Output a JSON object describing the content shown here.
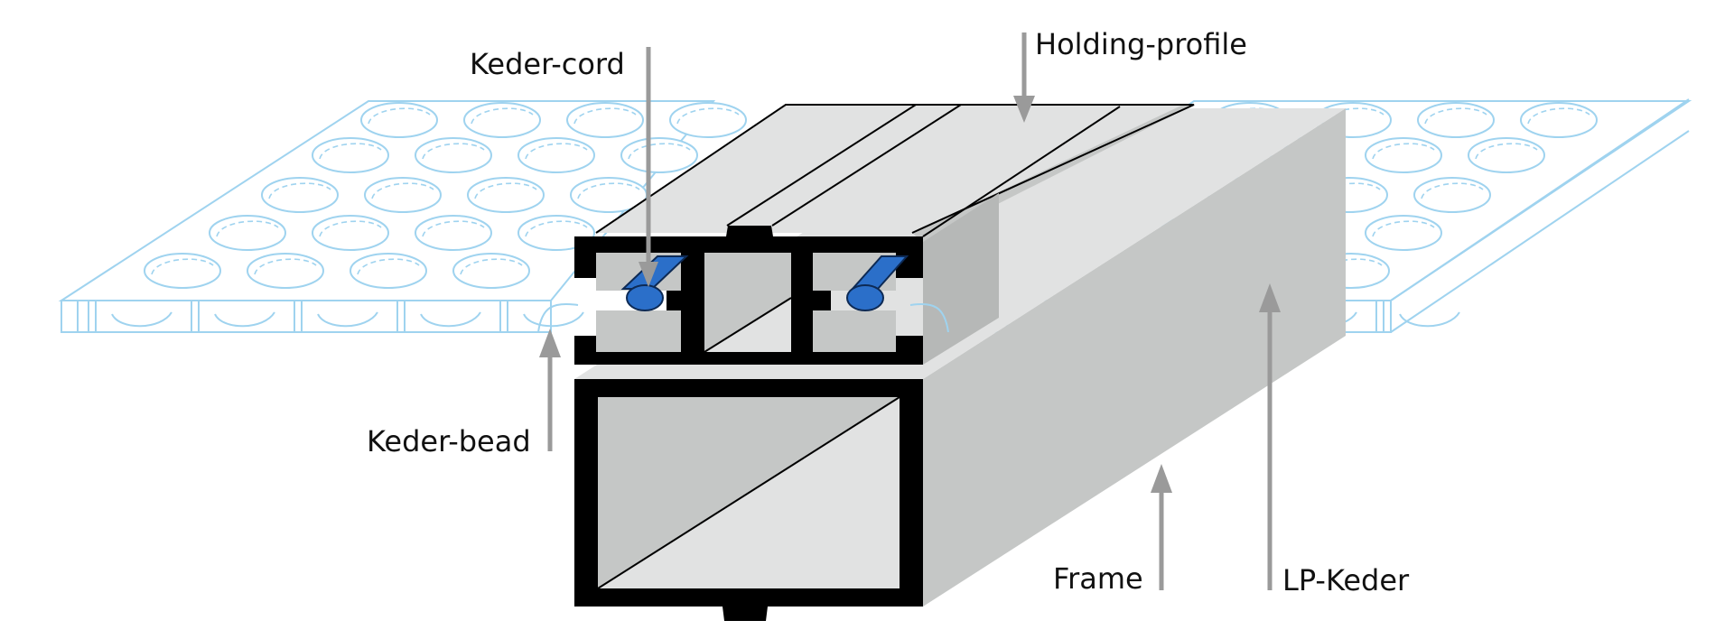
{
  "labels": {
    "keder_cord": "Keder-cord",
    "holding_profile": "Holding-profile",
    "keder_bead": "Keder-bead",
    "frame": "Frame",
    "lp_keder": "LP-Keder"
  },
  "colors": {
    "lp_panel_outline": "#9fd3ef",
    "keder_cord": "#2b6fc9",
    "metal_light": "#e1e2e2",
    "metal_mid": "#c5c7c6",
    "profile_outline": "#000000",
    "arrow": "#9a9a9a"
  }
}
